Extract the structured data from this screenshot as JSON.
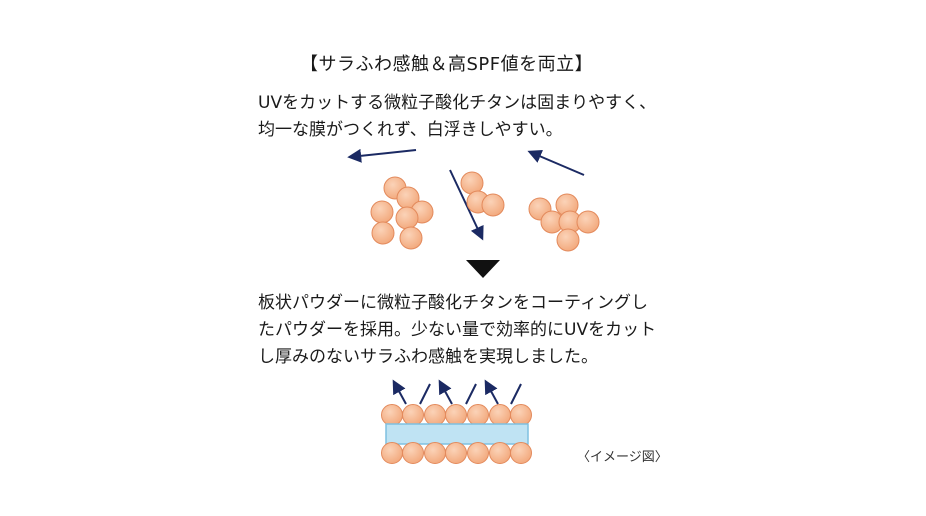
{
  "title": "【サラふわ感触＆高SPF値を両立】",
  "paragraph1": {
    "line1": "UVをカットする微粒子酸化チタンは固まりやすく、",
    "line2": "均一な膜がつくれず、白浮きしやすい。"
  },
  "paragraph2": {
    "line1": "板状パウダーに微粒子酸化チタンをコーティングし",
    "line2": "たパウダーを採用。少ない量で効率的にUVをカット",
    "line3": "し厚みのないサラふわ感触を実現しました。"
  },
  "caption": "〈イメージ図〉",
  "colors": {
    "particle": "#f2a77a",
    "particle_edge": "#e38a5c",
    "arrow": "#1b2a63",
    "plate_fill": "#bfe3f3",
    "plate_edge": "#7fc0e0",
    "text": "#1a1a1a"
  }
}
